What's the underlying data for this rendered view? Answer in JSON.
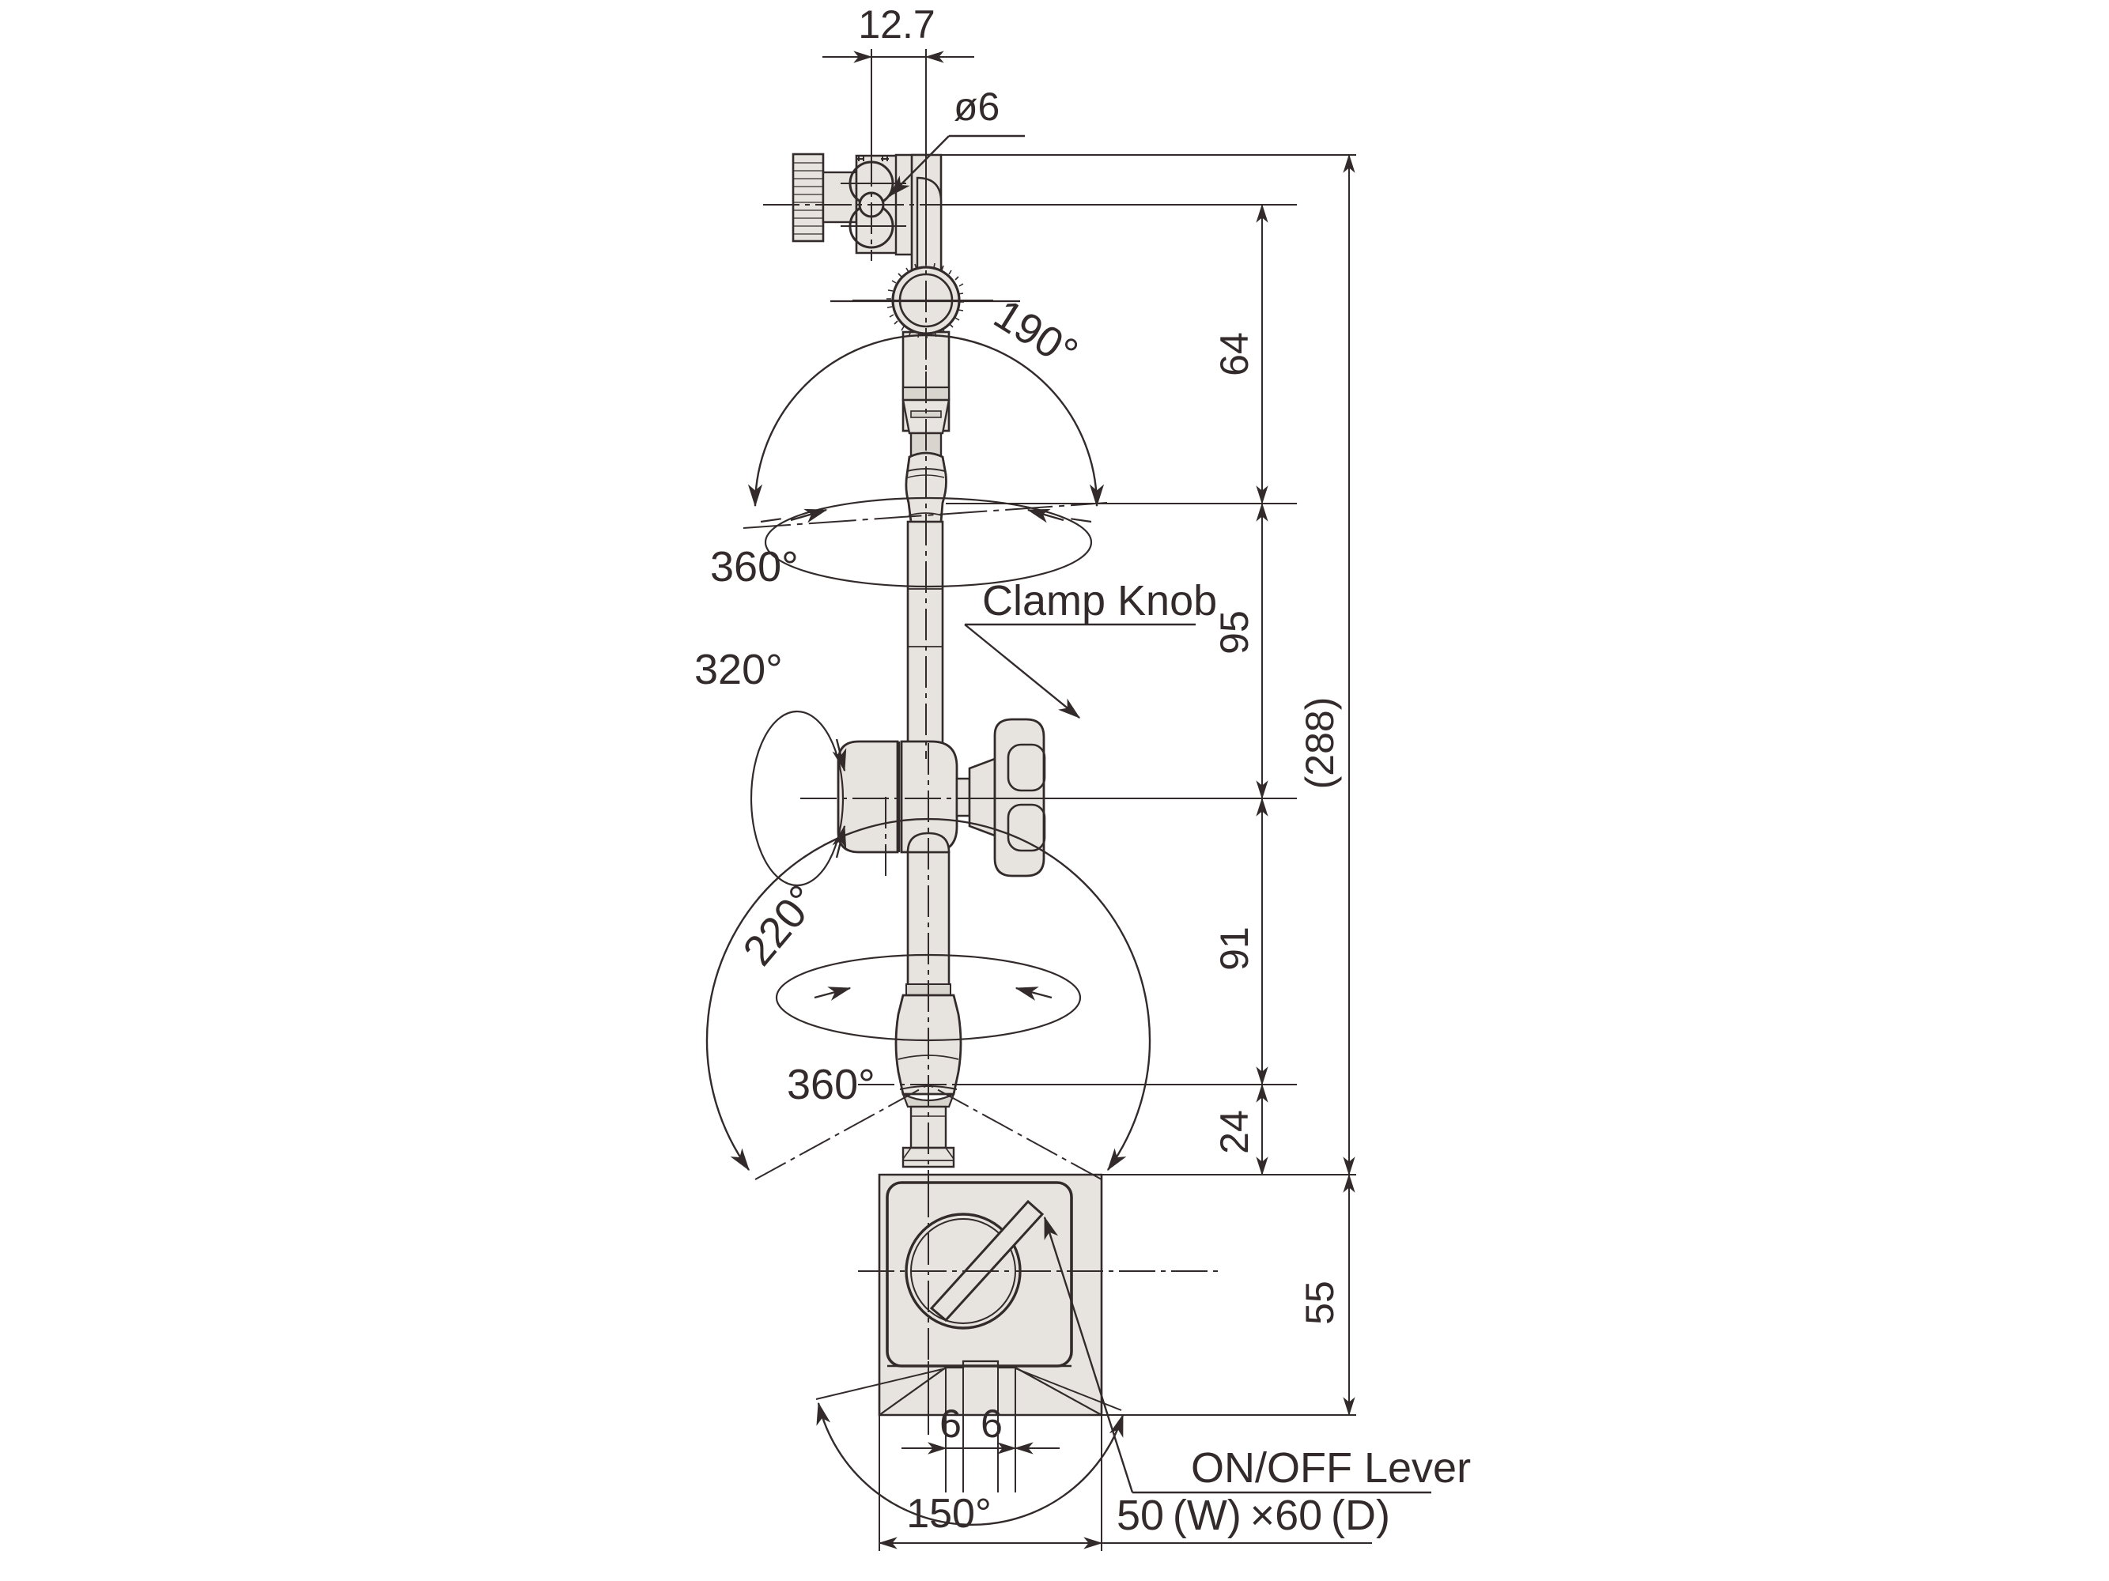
{
  "drawing": {
    "title": "Magnetic Stand Dimensional Drawing",
    "units": "mm",
    "colors": {
      "line": "#332b2b",
      "fill": "#e7e4df",
      "fill_dark": "#d8d4ce",
      "background": "#ffffff"
    }
  },
  "callouts": [
    {
      "id": "clamp-knob",
      "text": "Clamp Knob"
    },
    {
      "id": "onoff-lever",
      "text": "ON/OFF Lever"
    }
  ],
  "linear_dimensions": [
    {
      "id": "dim-12-7",
      "text": "12.7",
      "orientation": "horizontal",
      "note": "top clamp offset"
    },
    {
      "id": "dim-d6",
      "text": "ø6",
      "orientation": "leader",
      "note": "indicator stem bore diameter"
    },
    {
      "id": "dim-64",
      "text": "64",
      "orientation": "vertical"
    },
    {
      "id": "dim-95",
      "text": "95",
      "orientation": "vertical"
    },
    {
      "id": "dim-288",
      "text": "(288)",
      "orientation": "vertical",
      "note": "overall height, reference"
    },
    {
      "id": "dim-91",
      "text": "91",
      "orientation": "vertical"
    },
    {
      "id": "dim-24",
      "text": "24",
      "orientation": "vertical"
    },
    {
      "id": "dim-55",
      "text": "55",
      "orientation": "vertical"
    },
    {
      "id": "dim-6-left",
      "text": "6",
      "orientation": "horizontal"
    },
    {
      "id": "dim-6-right",
      "text": "6",
      "orientation": "horizontal"
    },
    {
      "id": "dim-base",
      "text": "50 (W) ×60 (D)",
      "orientation": "horizontal",
      "note": "base footprint"
    }
  ],
  "angular_dimensions": [
    {
      "id": "ang-190",
      "text": "190°",
      "note": "upper arm swing, arc"
    },
    {
      "id": "ang-360-upper",
      "text": "360°",
      "note": "upper swivel, ellipse"
    },
    {
      "id": "ang-320",
      "text": "320°",
      "note": "center joint rotation, vertical ellipse"
    },
    {
      "id": "ang-220",
      "text": "220°",
      "note": "lower arm swing, arc"
    },
    {
      "id": "ang-360-lower",
      "text": "360°",
      "note": "lower swivel, ellipse"
    },
    {
      "id": "ang-150",
      "text": "150°",
      "note": "base pivot arc"
    }
  ],
  "chart_data": {
    "type": "table",
    "title": "Magnetic stand dimensions",
    "categories": [
      "12.7",
      "ø6",
      "64",
      "95",
      "(288)",
      "91",
      "24",
      "55",
      "6",
      "6",
      "150°",
      "190°",
      "220°",
      "320°",
      "360°",
      "50 (W) ×60 (D)"
    ],
    "values": [
      12.7,
      6,
      64,
      95,
      288,
      91,
      24,
      55,
      6,
      6,
      150,
      190,
      220,
      320,
      360,
      0
    ]
  }
}
